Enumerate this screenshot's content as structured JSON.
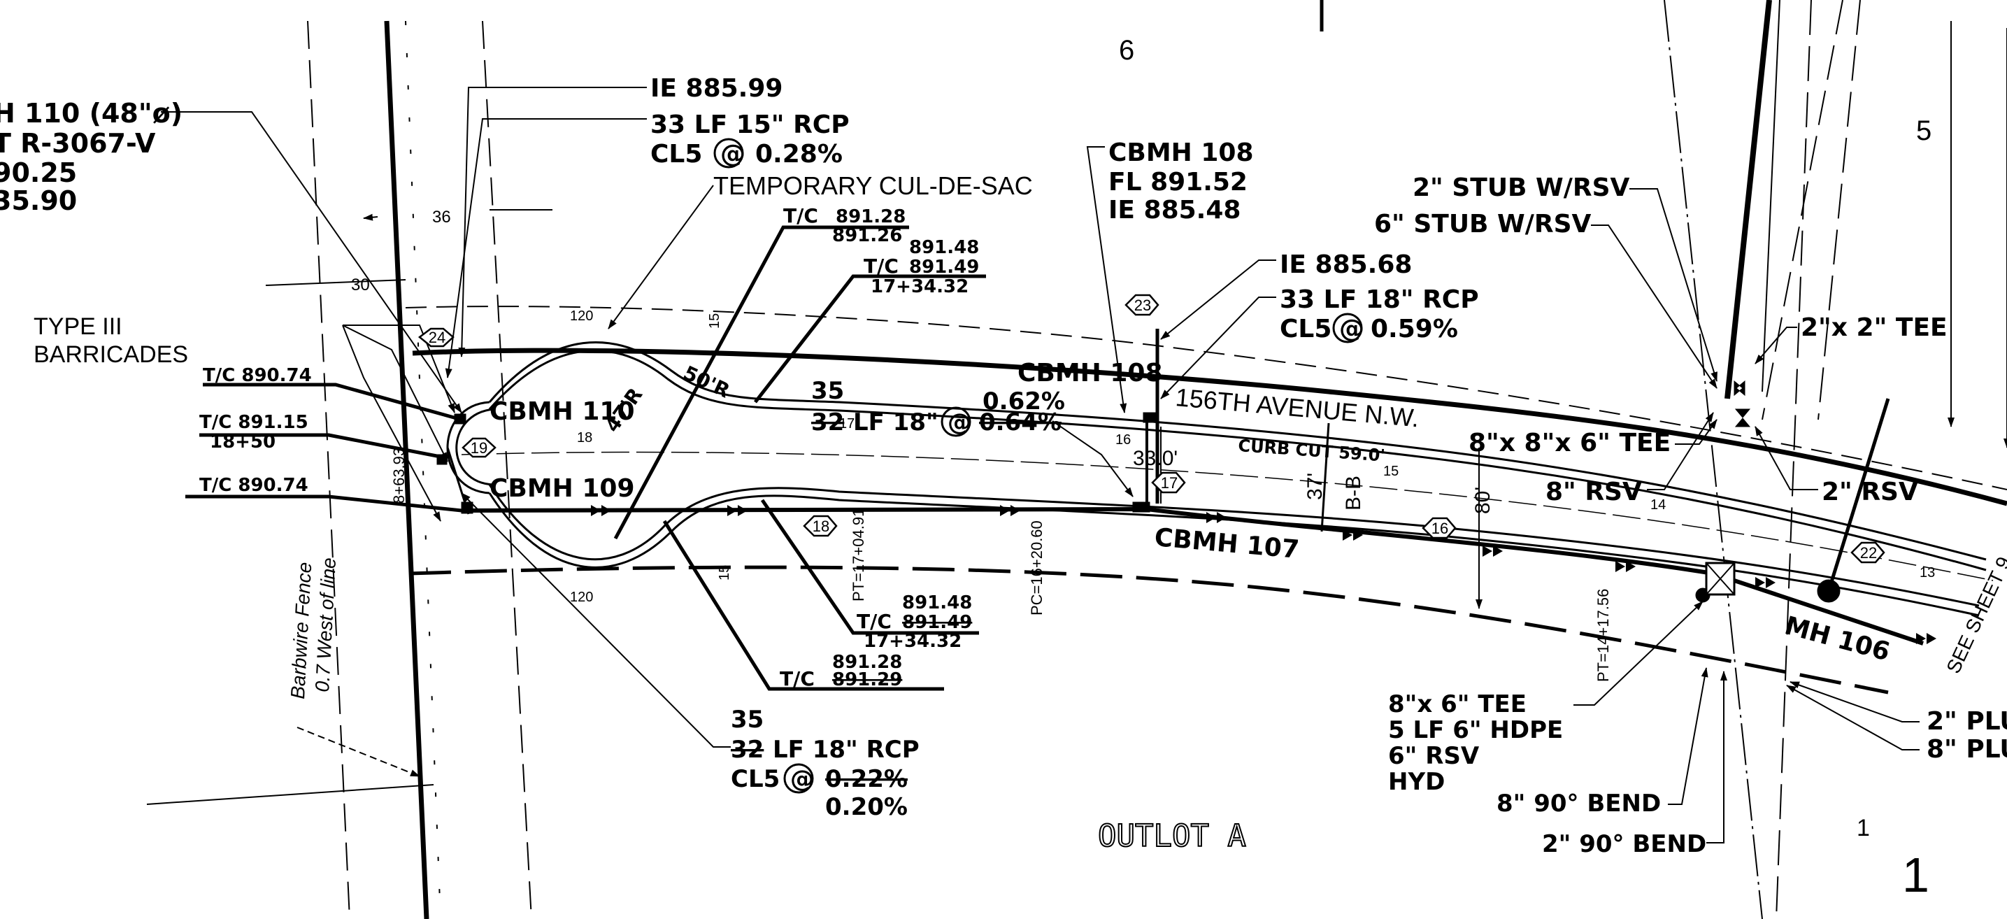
{
  "sheet_numbers": {
    "top_center": "6",
    "top_right": "5",
    "bottom_right_small": "1",
    "bottom_right_large": "1"
  },
  "callouts": {
    "mh110": [
      "H 110 (48\"ø)",
      "T R-3067-V",
      "90.25",
      "35.90"
    ],
    "ie_885_99": "IE 885.99",
    "pipe_15": [
      "33 LF 15\" RCP",
      "CL5",
      "0.28%"
    ],
    "cul_de_sac": "TEMPORARY CUL-DE-SAC",
    "tc_top_1": [
      "T/C",
      "891.28",
      "891.26"
    ],
    "tc_top_2": [
      "891.48",
      "T/C",
      "891.49",
      "17+34.32"
    ],
    "cbmh108_label": [
      "CBMH 108",
      "FL 891.52",
      "IE 885.48"
    ],
    "ie_885_68": "IE 885.68",
    "pipe_18_right": [
      "33 LF 18\" RCP",
      "CL5",
      "0.59%"
    ],
    "stub2": "2\" STUB W/RSV",
    "stub6": "6\" STUB W/RSV",
    "tee_2x2": "2\"x 2\" TEE",
    "barricades": [
      "TYPE III",
      "BARRICADES"
    ],
    "tc_left_1": "T/C 890.74",
    "tc_left_2": [
      "T/C 891.15",
      "18+50"
    ],
    "tc_left_3": "T/C 890.74",
    "cbmh110": "CBMH 110",
    "cbmh109": "CBMH 109",
    "radius_50": "50'R",
    "radius_47": "47'R",
    "pipe_mid": [
      "35",
      "32",
      "LF 18\"",
      "0.64%"
    ],
    "cbmh108_mid": [
      "CBMH 108",
      "0.62%"
    ],
    "street": "156TH AVENUE N.W.",
    "curb_cut": "CURB CUT 59.0'",
    "dim_33": "33.0'",
    "dim_37": "37'",
    "dim_bb": "B-B",
    "dim_80": "80'",
    "tee_886": "8\"x 8\"x 6\" TEE",
    "rsv8": "8\" RSV",
    "rsv2": "2\" RSV",
    "cbmh107": "CBMH 107",
    "mh106": "MH 106",
    "see_sheet": "SEE SHEET 9",
    "tc_bot_1": [
      "891.48",
      "T/C",
      "891.49",
      "17+34.32"
    ],
    "tc_bot_2": [
      "891.28",
      "T/C",
      "891.29"
    ],
    "pipe_bottom": [
      "35",
      "32",
      "LF 18\" RCP",
      "CL5",
      "0.22%",
      "0.20%"
    ],
    "hydrant": [
      "8\"x 6\" TEE",
      "5 LF 6\" HDPE",
      "6\" RSV",
      "HYD"
    ],
    "bend8": "8\" 90° BEND",
    "bend2": "2\" 90° BEND",
    "plug": [
      "2\" PLU",
      "8\" PLU"
    ],
    "outlot": "OUTLOT A",
    "fence": [
      "Barbwire Fence",
      "0.7 West of line"
    ],
    "stations": {
      "pt1": "PT=17+04.91",
      "pc": "PC=16+20.60",
      "pt2": "PT=14+17.56",
      "sta_left": "8+63.93"
    },
    "small_dims": [
      "36",
      "30",
      "120",
      "15",
      "18",
      "17",
      "16",
      "15",
      "14",
      "13",
      "120",
      "15"
    ],
    "hex_tags": [
      "24",
      "19",
      "18",
      "23",
      "17",
      "16",
      "22"
    ]
  }
}
